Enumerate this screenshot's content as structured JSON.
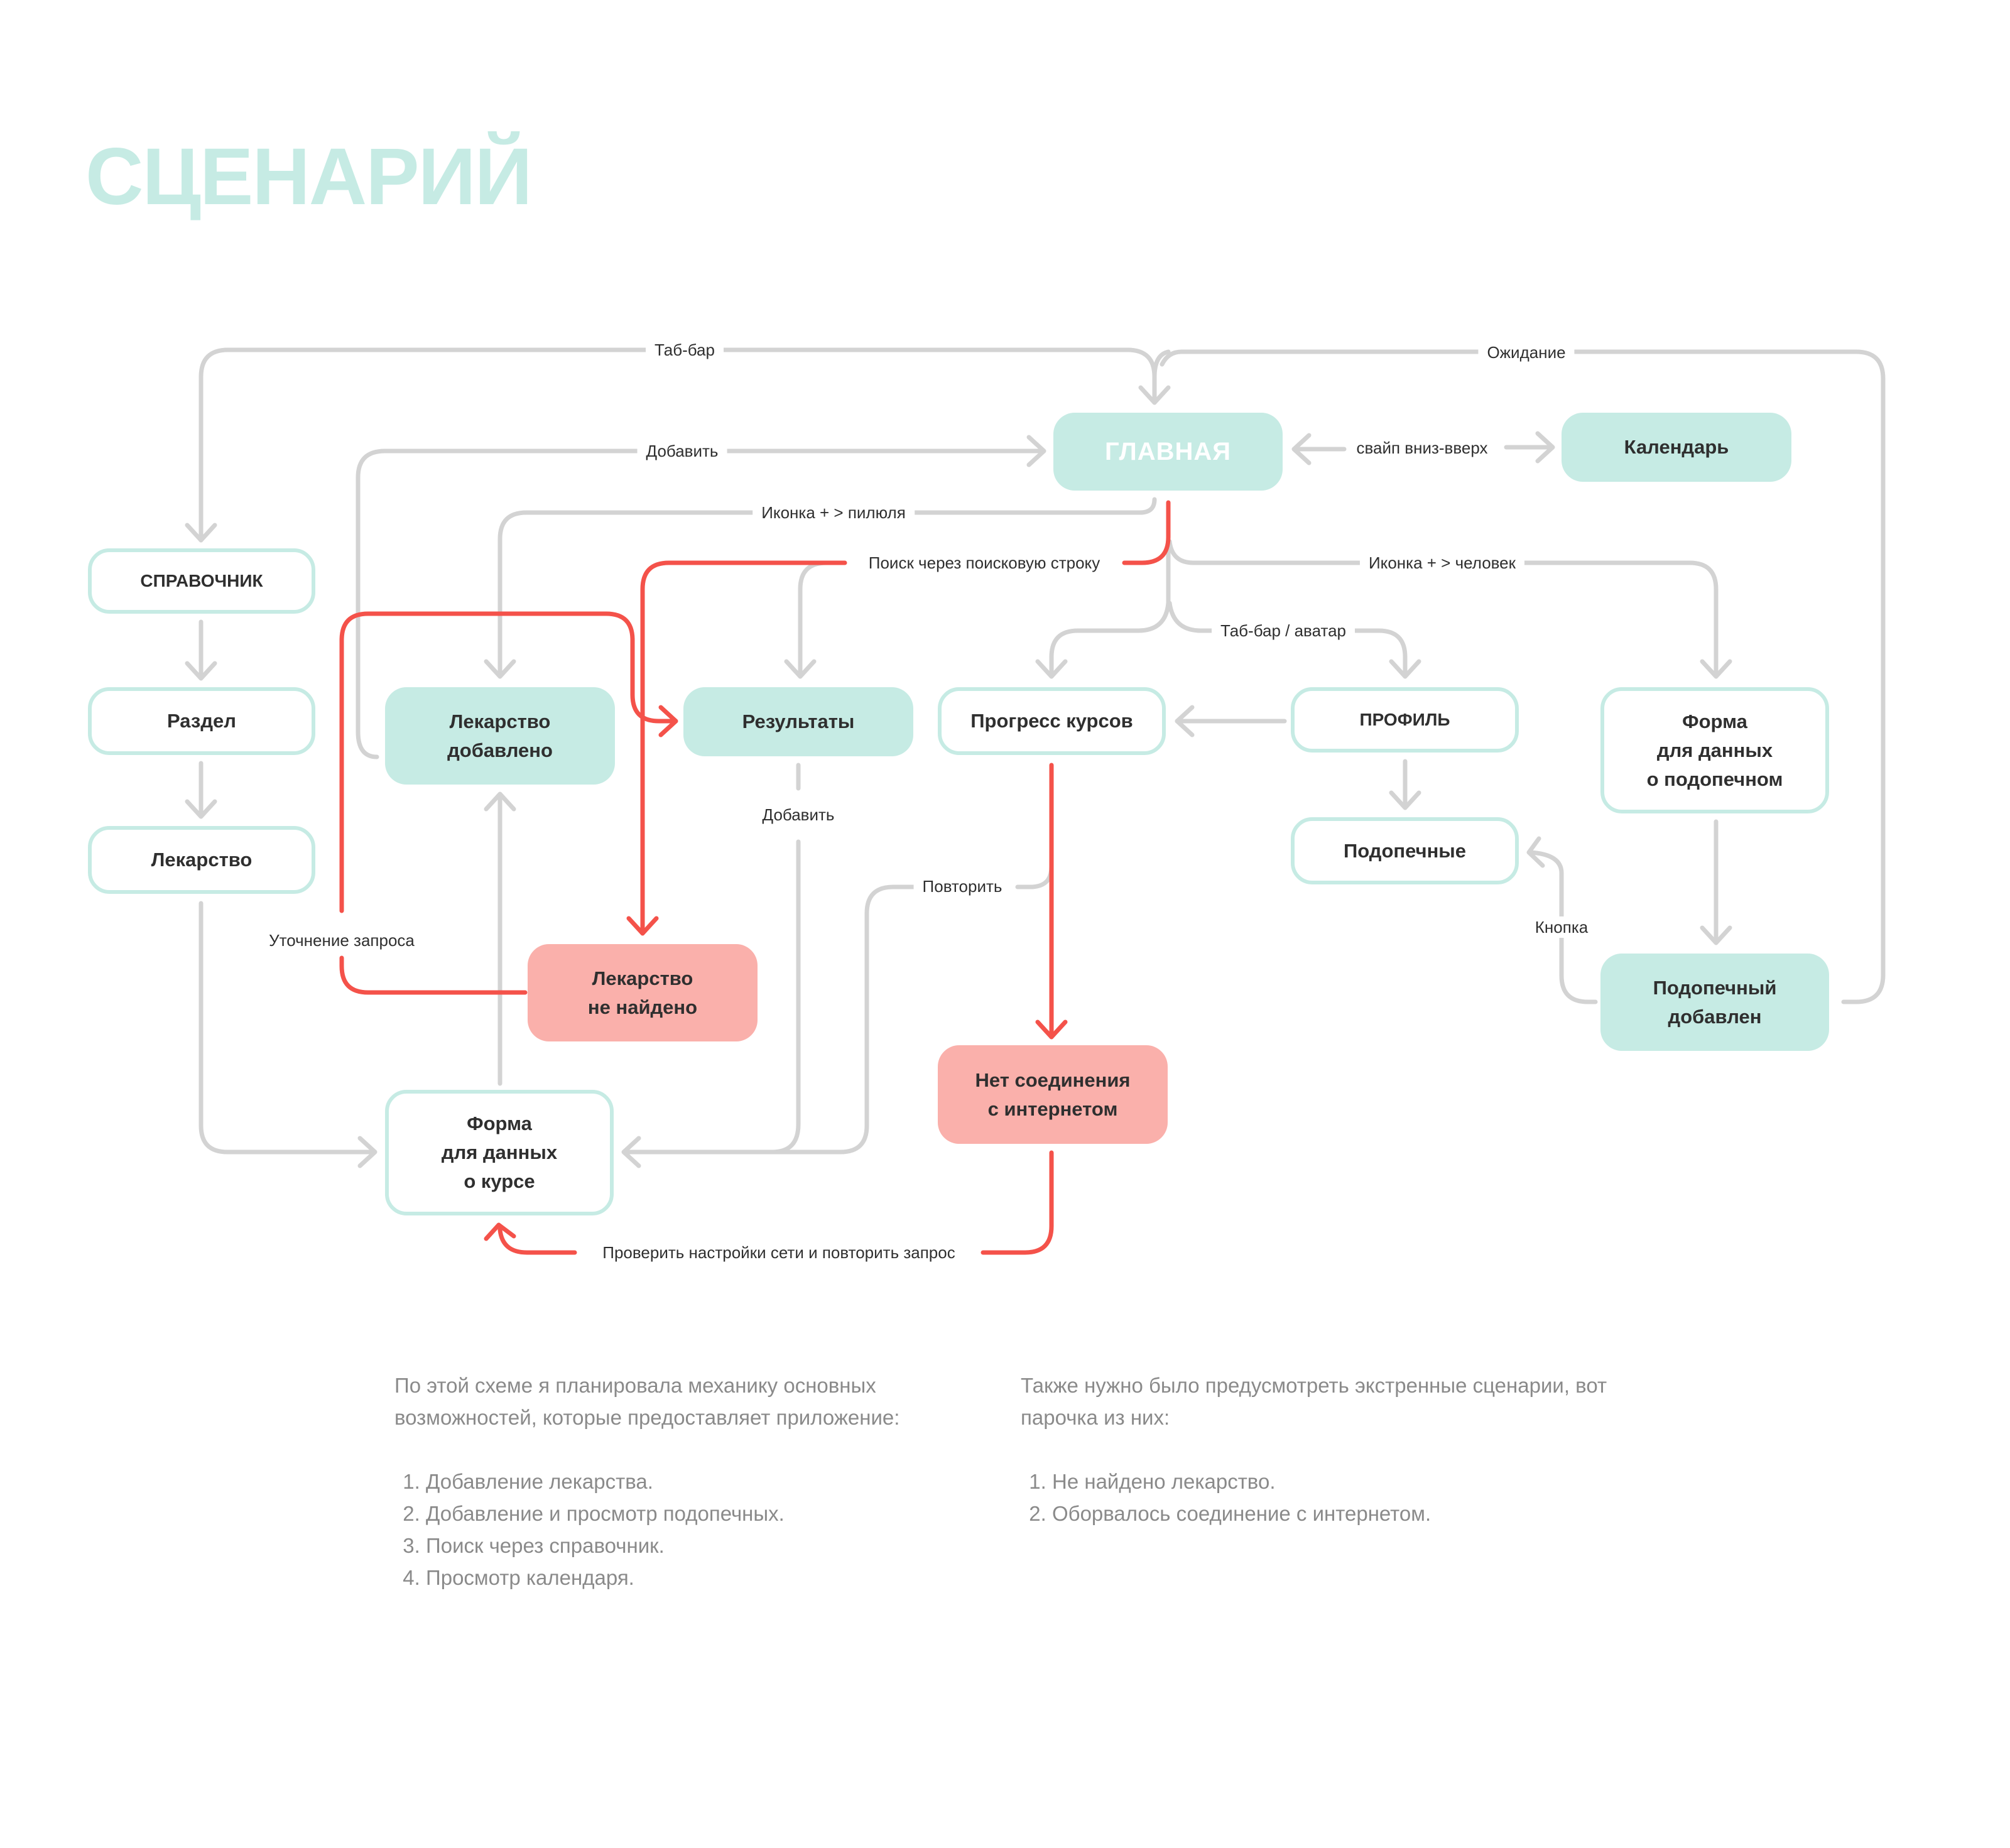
{
  "title": "СЦЕНАРИЙ",
  "colors": {
    "accent_teal": "#C6EBE4",
    "error_fill": "#FAB0AB",
    "error_line": "#F4524A",
    "neutral_line": "#D3D3D3",
    "text": "#2F2F2F",
    "muted_text": "#8A8A8A"
  },
  "nodes": {
    "main": "ГЛАВНАЯ",
    "calendar": "Календарь",
    "reference": "СПРАВОЧНИК",
    "section": "Раздел",
    "medicine": "Лекарство",
    "medicine_added": "Лекарство\nдобавлено",
    "results": "Результаты",
    "course_progress": "Прогресс курсов",
    "profile": "ПРОФИЛЬ",
    "ward_form": "Форма\nдля данных\nо подопечном",
    "wards": "Подопечные",
    "ward_added": "Подопечный\nдобавлен",
    "medicine_not_found": "Лекарство\nне найдено",
    "no_connection": "Нет соединения\nс интернетом",
    "course_form": "Форма\nдля данных\nо курсе"
  },
  "edge_labels": {
    "tabbar": "Таб-бар",
    "waiting": "Ожидание",
    "add_top": "Добавить",
    "swipe": "свайп вниз-вверх",
    "icon_pill": "Иконка + > пилюля",
    "search_bar": "Поиск через поисковую строку",
    "icon_person": "Иконка + > человек",
    "tabbar_avatar": "Таб-бар / аватар",
    "add_results": "Добавить",
    "retry": "Повторить",
    "refine_query": "Уточнение запроса",
    "button": "Кнопка",
    "check_network": "Проверить настройки сети и повторить запрос"
  },
  "notes": {
    "left": {
      "intro": "По этой схеме я планировала механику основных возможностей, которые предоставляет приложение:",
      "items": [
        "Добавление лекарства.",
        "Добавление и просмотр подопечных.",
        "Поиск через справочник.",
        "Просмотр календаря."
      ]
    },
    "right": {
      "intro": "Также нужно было предусмотреть экстренные сценарии, вот парочка из них:",
      "items": [
        "Не найдено лекарство.",
        "Оборвалось соединение с интернетом."
      ]
    }
  }
}
